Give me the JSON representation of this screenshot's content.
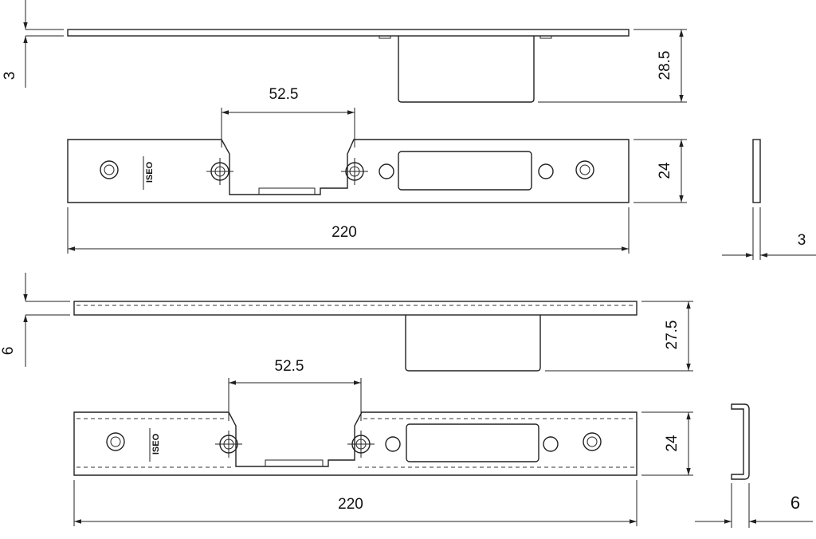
{
  "strike_plate_3mm": {
    "thickness_label": "3",
    "depth_label": "28.5",
    "hole_spacing_label": "52.5",
    "height_label": "24",
    "length_label": "220",
    "side_thickness_label": "3"
  },
  "strike_plate_6mm": {
    "thickness_label": "6",
    "depth_label": "27.5",
    "hole_spacing_label": "52.5",
    "height_label": "24",
    "length_label": "220",
    "side_thickness_label": "6"
  },
  "logo_text": "ISEO"
}
